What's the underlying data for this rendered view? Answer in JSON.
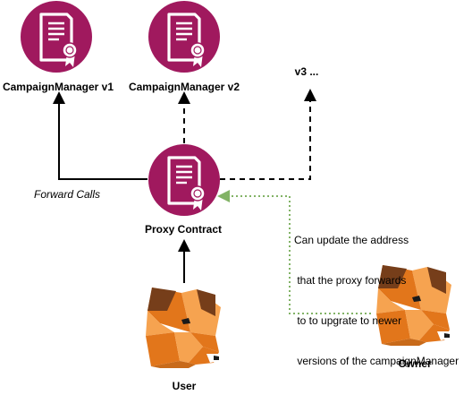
{
  "nodes": {
    "v1": {
      "label": "CampaignManager v1"
    },
    "v2": {
      "label": "CampaignManager v2"
    },
    "v3": {
      "label": "v3 ..."
    },
    "proxy": {
      "label": "Proxy Contract"
    },
    "user": {
      "label": "User"
    },
    "owner": {
      "label": "Owner"
    }
  },
  "edges": {
    "forward_calls": {
      "label": "Forward Calls"
    },
    "owner_note": {
      "lines": [
        "Can update the address",
        " that the proxy forwards",
        " to to upgrate to newer",
        " versions of the campaignManager"
      ]
    }
  },
  "colors": {
    "contract_circle": "#a0195e",
    "arrow": "#000000",
    "owner_link": "#82b366",
    "fox_orange": "#e2761b",
    "fox_light": "#f6a350",
    "fox_dark": "#763e1a",
    "fox_white": "#ffffff"
  },
  "icons": {
    "contract": "certificate-document-icon",
    "actor": "fox-icon"
  }
}
